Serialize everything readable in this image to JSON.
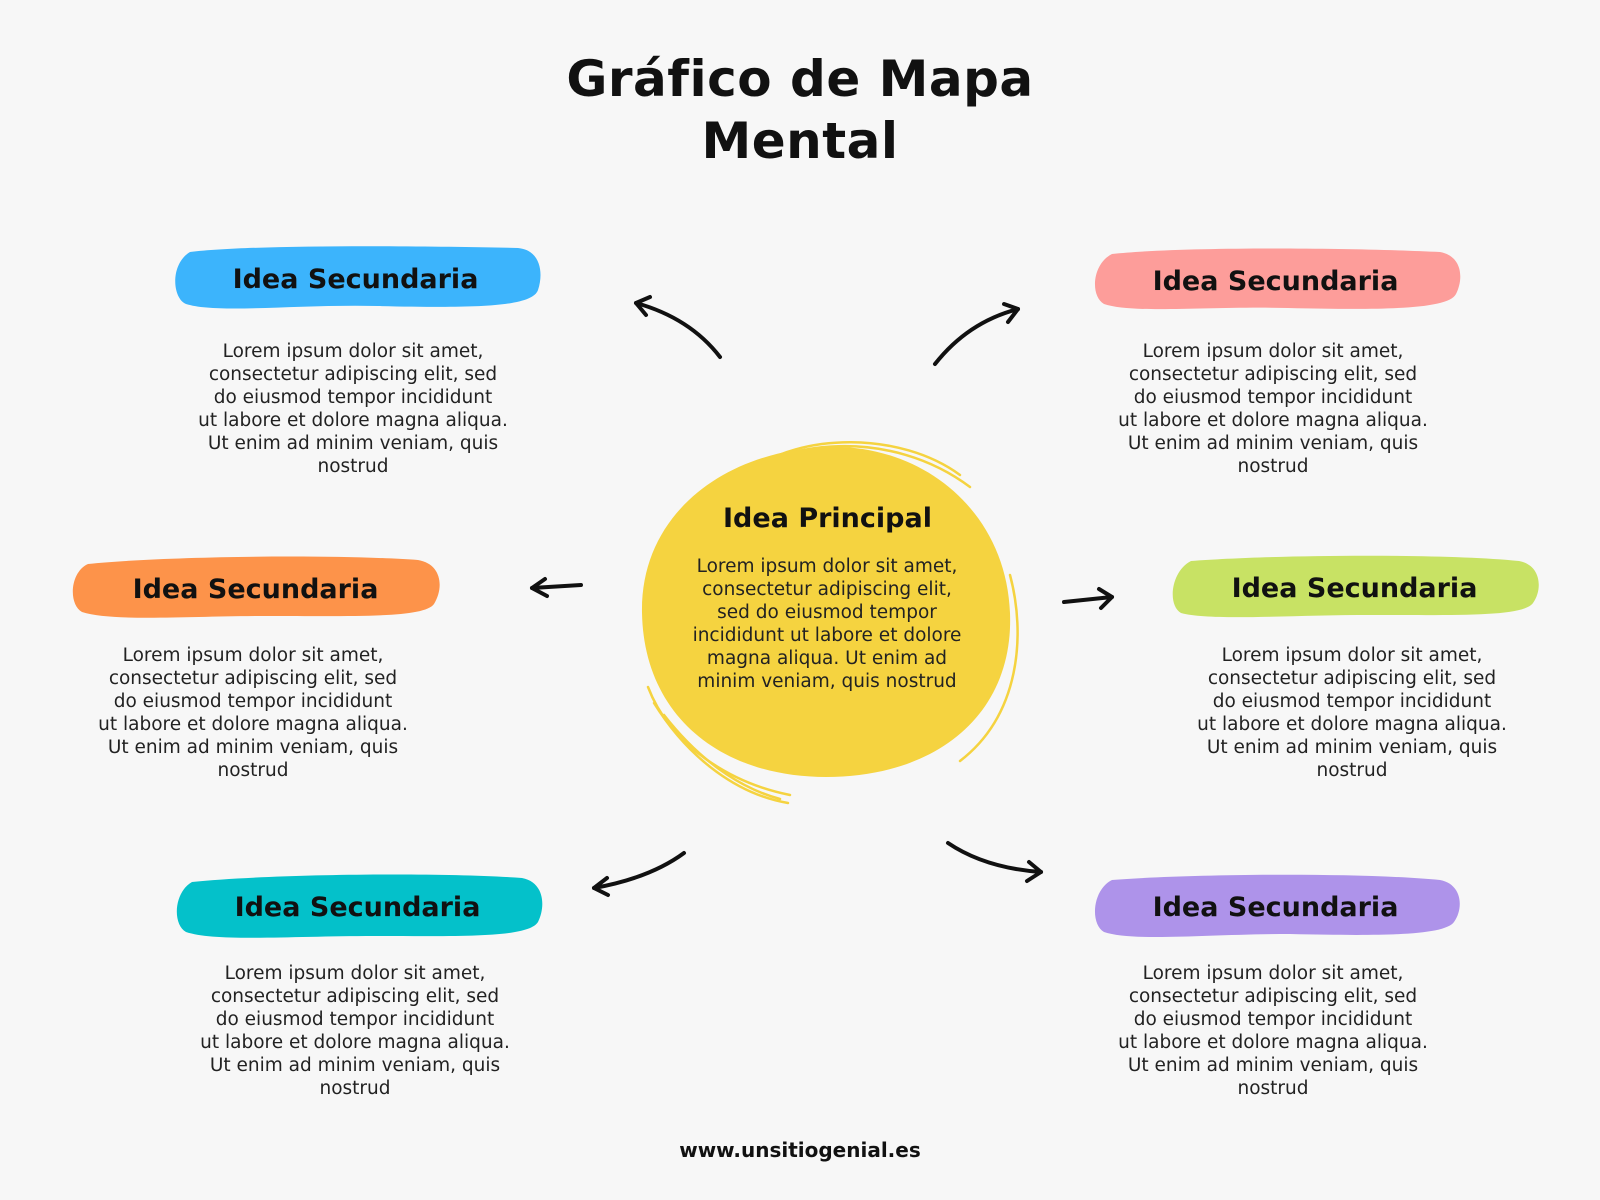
{
  "title": {
    "line1": "Gráfico de Mapa",
    "line2": "Mental"
  },
  "central_node": {
    "label": "Idea Principal",
    "text_lines": [
      "Lorem ipsum dolor sit amet,",
      "consectetur adipiscing elit,",
      "sed do eiusmod tempor",
      "incididunt ut labore et dolore",
      "magna aliqua. Ut enim ad",
      "minim veniam, quis nostrud"
    ],
    "color": "#f5d340"
  },
  "secondary_nodes": [
    {
      "label": "Idea Secundaria",
      "color": "#3cb4fc",
      "text_lines": [
        "Lorem ipsum dolor sit amet,",
        "consectetur adipiscing elit, sed",
        "do eiusmod tempor incididunt",
        "ut labore et dolore magna aliqua.",
        "Ut enim ad minim veniam, quis",
        "nostrud"
      ]
    },
    {
      "label": "Idea Secundaria",
      "color": "#fd9d9a",
      "text_lines": [
        "Lorem ipsum dolor sit amet,",
        "consectetur adipiscing elit, sed",
        "do eiusmod tempor incididunt",
        "ut labore et dolore magna aliqua.",
        "Ut enim ad minim veniam, quis",
        "nostrud"
      ]
    },
    {
      "label": "Idea Secundaria",
      "color": "#fd934a",
      "text_lines": [
        "Lorem ipsum dolor sit amet,",
        "consectetur adipiscing elit, sed",
        "do eiusmod tempor incididunt",
        "ut labore et dolore magna aliqua.",
        "Ut enim ad minim veniam, quis",
        "nostrud"
      ]
    },
    {
      "label": "Idea Secundaria",
      "color": "#c8e264",
      "text_lines": [
        "Lorem ipsum dolor sit amet,",
        "consectetur adipiscing elit, sed",
        "do eiusmod tempor incididunt",
        "ut labore et dolore magna aliqua.",
        "Ut enim ad minim veniam, quis",
        "nostrud"
      ]
    },
    {
      "label": "Idea Secundaria",
      "color": "#04c1ca",
      "text_lines": [
        "Lorem ipsum dolor sit amet,",
        "consectetur adipiscing elit, sed",
        "do eiusmod tempor incididunt",
        "ut labore et dolore magna aliqua.",
        "Ut enim ad minim veniam, quis",
        "nostrud"
      ]
    },
    {
      "label": "Idea Secundaria",
      "color": "#ae93ea",
      "text_lines": [
        "Lorem ipsum dolor sit amet,",
        "consectetur adipiscing elit, sed",
        "do eiusmod tempor incididunt",
        "ut labore et dolore magna aliqua.",
        "Ut enim ad minim veniam, quis",
        "nostrud"
      ]
    }
  ],
  "footer": {
    "url": "www.unsitiogenial.es"
  },
  "icons": {
    "arrow": "curved-arrow-icon"
  }
}
